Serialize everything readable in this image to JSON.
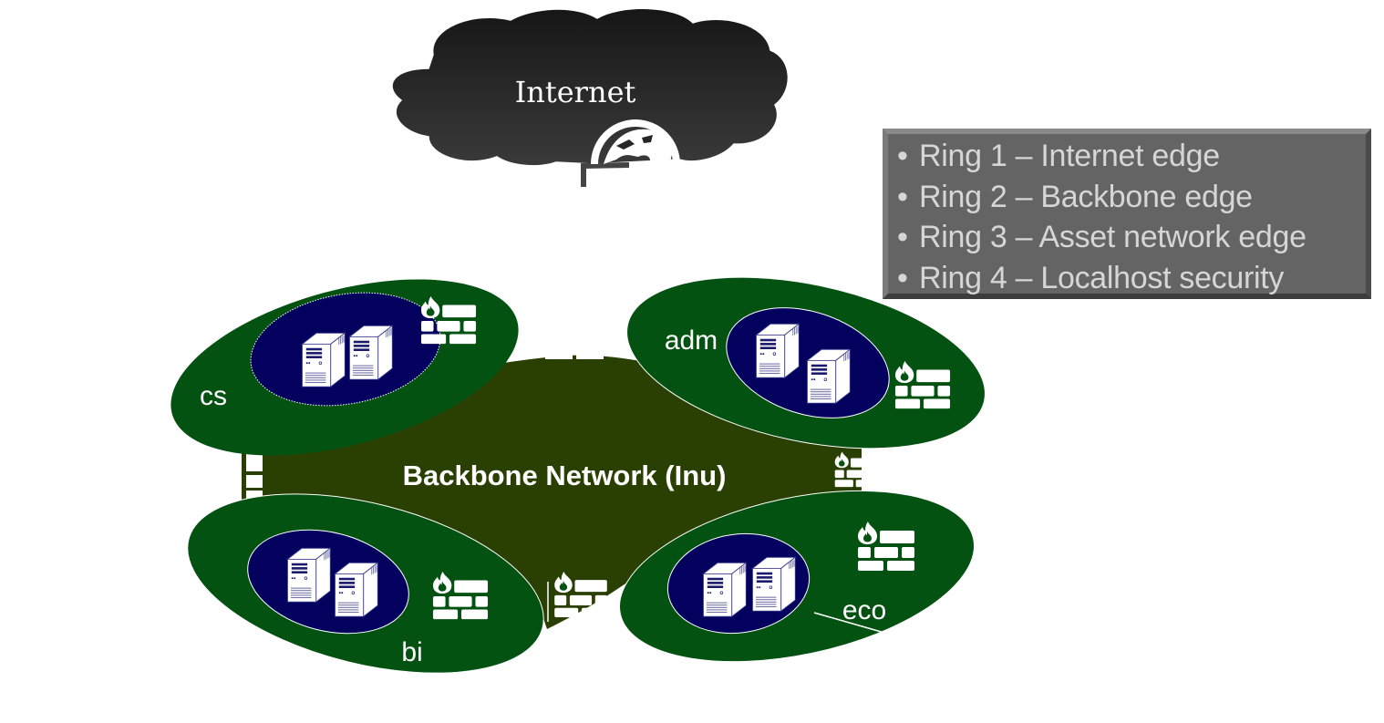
{
  "diagram": {
    "cloud": {
      "label": "Internet",
      "icon": "globe-icon"
    },
    "backbone": {
      "label": "Backbone Network (Inu)",
      "color": "#2a4002"
    },
    "networks": [
      {
        "id": "cs",
        "label": "cs"
      },
      {
        "id": "adm",
        "label": "adm"
      },
      {
        "id": "bi",
        "label": "bi"
      },
      {
        "id": "eco",
        "label": "eco"
      }
    ],
    "colors": {
      "outer_ring": "#045212",
      "inner_ring": "#04005e",
      "cloud": "#262626",
      "legend_bg": "#646464",
      "legend_text": "#d6d6d6"
    },
    "legend": {
      "bullet": "•",
      "items": [
        "Ring 1 – Internet edge",
        "Ring 2 – Backbone edge",
        "Ring 3 – Asset network edge",
        "Ring 4 – Localhost security"
      ]
    }
  }
}
